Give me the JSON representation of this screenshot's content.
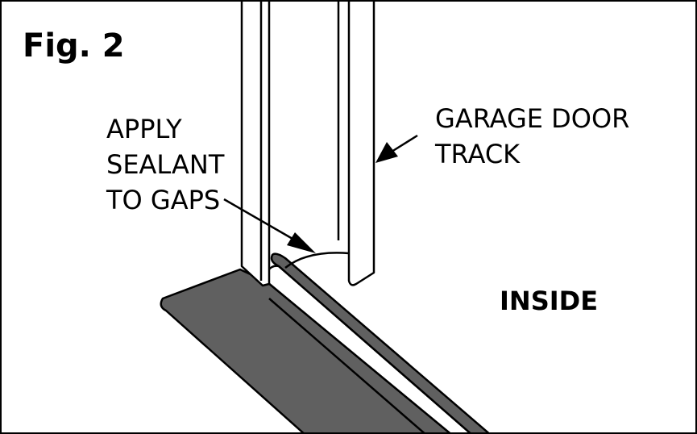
{
  "figure": {
    "title": "Fig. 2"
  },
  "labels": {
    "sealant_lines": [
      "APPLY",
      "SEALANT",
      "TO GAPS"
    ],
    "track_lines": [
      "GARAGE DOOR",
      "TRACK"
    ],
    "inside": "INSIDE"
  },
  "colors": {
    "seal": "#606060",
    "line": "#000000",
    "background": "#ffffff"
  }
}
